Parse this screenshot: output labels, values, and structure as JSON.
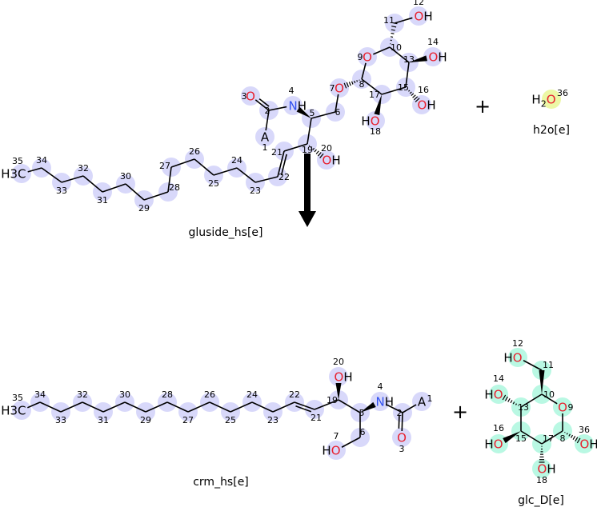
{
  "reaction": {
    "plus_symbol": "+",
    "arrow_icon": "reaction-arrow-down",
    "colors": {
      "reactant_highlight": "#d8d8fa",
      "sugar_highlight": "#b9f8e3",
      "water_highlight": "#ecf7a6",
      "oxygen": "#e8202e",
      "nitrogen": "#3050f0",
      "bond": "#000000"
    }
  },
  "molecules": {
    "gluside": {
      "name": "gluside_hs[e]",
      "atoms": [
        {
          "num": "35",
          "label": "H3C"
        },
        {
          "num": "34",
          "label": ""
        },
        {
          "num": "33",
          "label": ""
        },
        {
          "num": "32",
          "label": ""
        },
        {
          "num": "31",
          "label": ""
        },
        {
          "num": "30",
          "label": ""
        },
        {
          "num": "29",
          "label": ""
        },
        {
          "num": "28",
          "label": ""
        },
        {
          "num": "27",
          "label": ""
        },
        {
          "num": "26",
          "label": ""
        },
        {
          "num": "25",
          "label": ""
        },
        {
          "num": "24",
          "label": ""
        },
        {
          "num": "23",
          "label": ""
        },
        {
          "num": "22",
          "label": ""
        },
        {
          "num": "21",
          "label": ""
        },
        {
          "num": "19",
          "label": ""
        },
        {
          "num": "20",
          "label": "OH"
        },
        {
          "num": "5",
          "label": ""
        },
        {
          "num": "4",
          "label": "NH"
        },
        {
          "num": "2",
          "label": ""
        },
        {
          "num": "3",
          "label": "O"
        },
        {
          "num": "1",
          "label": "A"
        },
        {
          "num": "6",
          "label": ""
        },
        {
          "num": "7",
          "label": "O"
        },
        {
          "num": "8",
          "label": ""
        },
        {
          "num": "9",
          "label": "O"
        },
        {
          "num": "10",
          "label": ""
        },
        {
          "num": "11",
          "label": ""
        },
        {
          "num": "12",
          "label": "OH"
        },
        {
          "num": "13",
          "label": ""
        },
        {
          "num": "14",
          "label": "OH"
        },
        {
          "num": "15",
          "label": ""
        },
        {
          "num": "16",
          "label": "OH"
        },
        {
          "num": "17",
          "label": ""
        },
        {
          "num": "18",
          "label": "HO"
        }
      ]
    },
    "h2o": {
      "name": "h2o[e]",
      "atoms": [
        {
          "num": "36",
          "label": "H2O"
        }
      ]
    },
    "crm": {
      "name": "crm_hs[e]",
      "atoms": [
        {
          "num": "35",
          "label": "H3C"
        },
        {
          "num": "34",
          "label": ""
        },
        {
          "num": "33",
          "label": ""
        },
        {
          "num": "32",
          "label": ""
        },
        {
          "num": "31",
          "label": ""
        },
        {
          "num": "30",
          "label": ""
        },
        {
          "num": "29",
          "label": ""
        },
        {
          "num": "28",
          "label": ""
        },
        {
          "num": "27",
          "label": ""
        },
        {
          "num": "26",
          "label": ""
        },
        {
          "num": "25",
          "label": ""
        },
        {
          "num": "24",
          "label": ""
        },
        {
          "num": "23",
          "label": ""
        },
        {
          "num": "22",
          "label": ""
        },
        {
          "num": "21",
          "label": ""
        },
        {
          "num": "19",
          "label": ""
        },
        {
          "num": "20",
          "label": "OH"
        },
        {
          "num": "5",
          "label": ""
        },
        {
          "num": "4",
          "label": "NH"
        },
        {
          "num": "2",
          "label": ""
        },
        {
          "num": "3",
          "label": "O"
        },
        {
          "num": "1",
          "label": "A"
        },
        {
          "num": "6",
          "label": ""
        },
        {
          "num": "7",
          "label": "HO"
        }
      ]
    },
    "glc": {
      "name": "glc_D[e]",
      "atoms": [
        {
          "num": "11",
          "label": ""
        },
        {
          "num": "12",
          "label": "HO"
        },
        {
          "num": "10",
          "label": ""
        },
        {
          "num": "9",
          "label": "O"
        },
        {
          "num": "8",
          "label": ""
        },
        {
          "num": "36",
          "label": "OH"
        },
        {
          "num": "17",
          "label": ""
        },
        {
          "num": "18",
          "label": "OH"
        },
        {
          "num": "15",
          "label": ""
        },
        {
          "num": "16",
          "label": "HO"
        },
        {
          "num": "13",
          "label": ""
        },
        {
          "num": "14",
          "label": "HO"
        }
      ]
    }
  }
}
